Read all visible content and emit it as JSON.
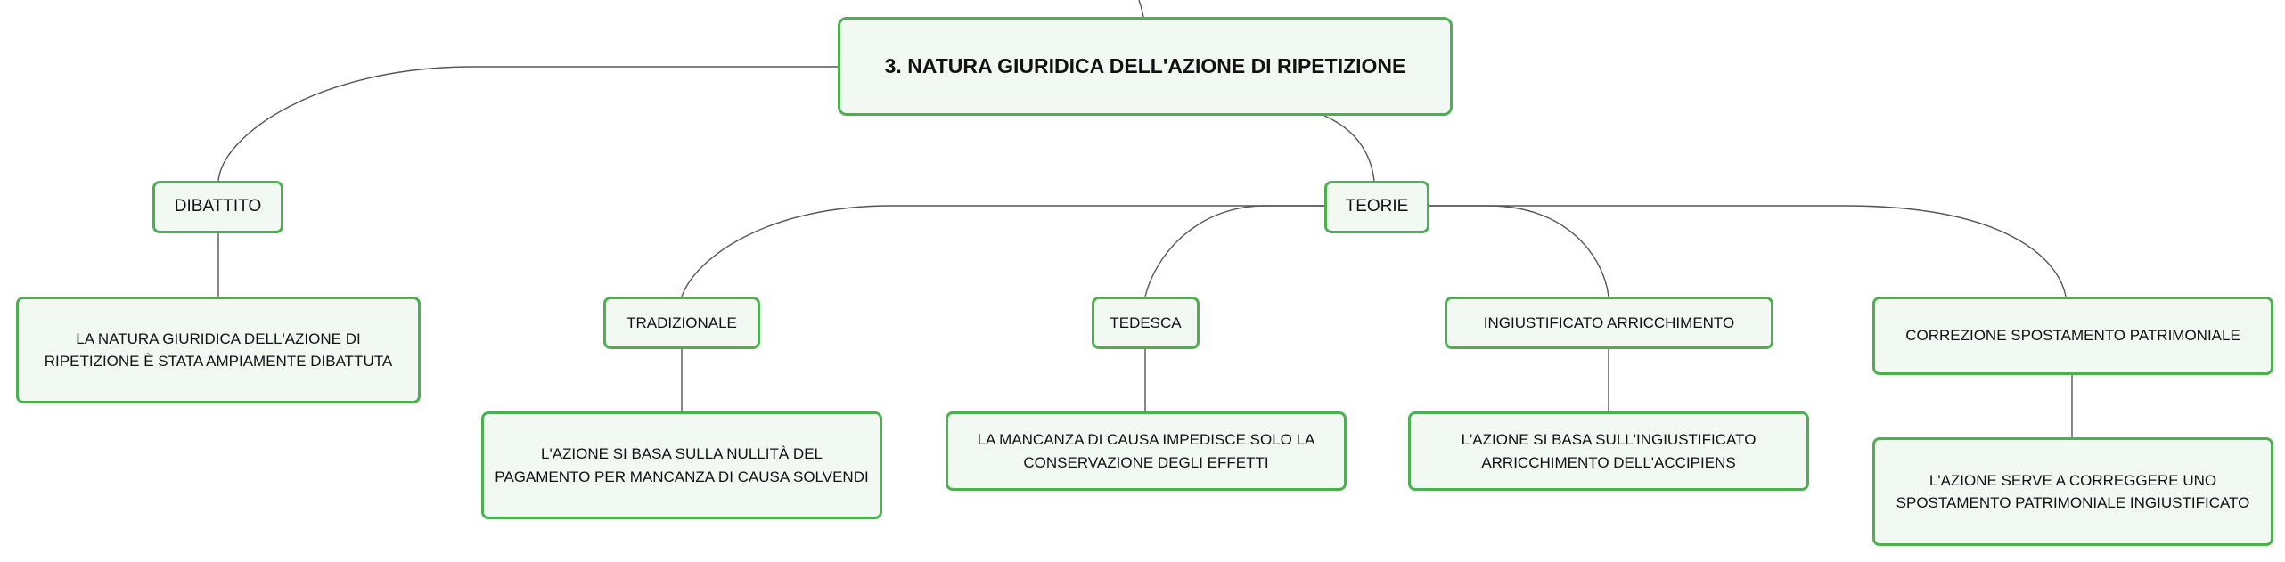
{
  "diagram": {
    "root": {
      "label": "3. NATURA GIURIDICA DELL'AZIONE DI RIPETIZIONE"
    },
    "dibattito": {
      "label": "DIBATTITO",
      "detail": "LA NATURA GIURIDICA DELL'AZIONE DI RIPETIZIONE È STATA AMPIAMENTE DIBATTUTA"
    },
    "teorie": {
      "label": "TEORIE",
      "items": [
        {
          "label": "TRADIZIONALE",
          "detail": "L'AZIONE SI BASA SULLA NULLITÀ DEL PAGAMENTO PER MANCANZA DI CAUSA SOLVENDI"
        },
        {
          "label": "TEDESCA",
          "detail": "LA MANCANZA DI CAUSA IMPEDISCE SOLO LA CONSERVAZIONE DEGLI EFFETTI"
        },
        {
          "label": "INGIUSTIFICATO ARRICCHIMENTO",
          "detail": "L'AZIONE SI BASA SULL'INGIUSTIFICATO ARRICCHIMENTO DELL'ACCIPIENS"
        },
        {
          "label": "CORREZIONE SPOSTAMENTO PATRIMONIALE",
          "detail": "L'AZIONE SERVE A CORREGGERE UNO SPOSTAMENTO PATRIMONIALE INGIUSTIFICATO"
        }
      ]
    },
    "colors": {
      "border": "#4caf50",
      "fill": "#f2f9f3",
      "line": "#555555"
    }
  }
}
